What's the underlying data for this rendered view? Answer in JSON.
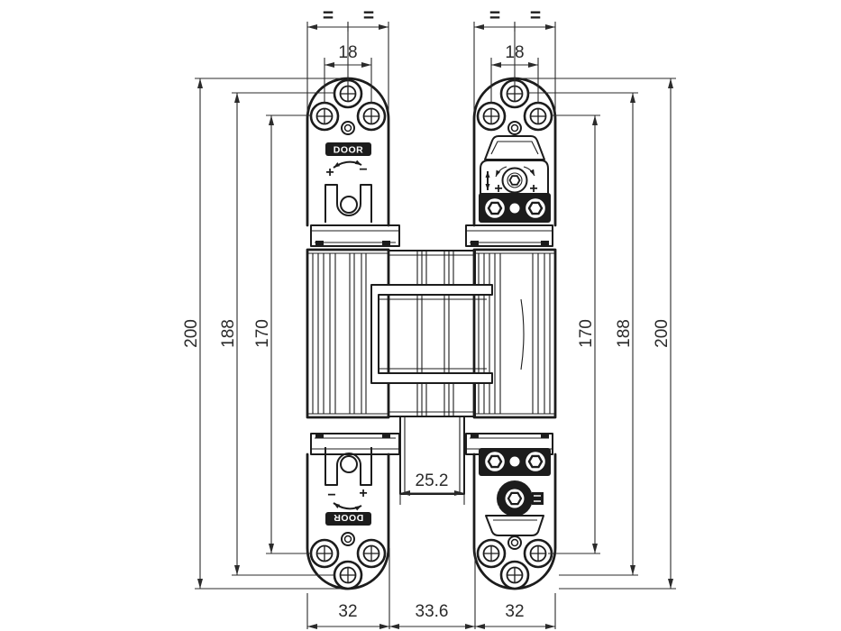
{
  "dimensions": {
    "equal_mark": "=",
    "plate_width_left": "18",
    "plate_width_right": "18",
    "left_outer_height": "200",
    "left_mid_height": "188",
    "left_inner_height": "170",
    "right_inner_height": "170",
    "right_mid_height": "188",
    "right_outer_height": "200",
    "center_tongue_width": "25.2",
    "bottom_left_width": "32",
    "bottom_center_width": "33.6",
    "bottom_right_width": "32"
  },
  "annotations": {
    "door_label": "DOOR",
    "plus_mark": "+",
    "minus_mark": "−"
  },
  "style": {
    "line_color": "#1c1c1c",
    "dimension_color": "#2b2b2b",
    "background": "#ffffff"
  }
}
